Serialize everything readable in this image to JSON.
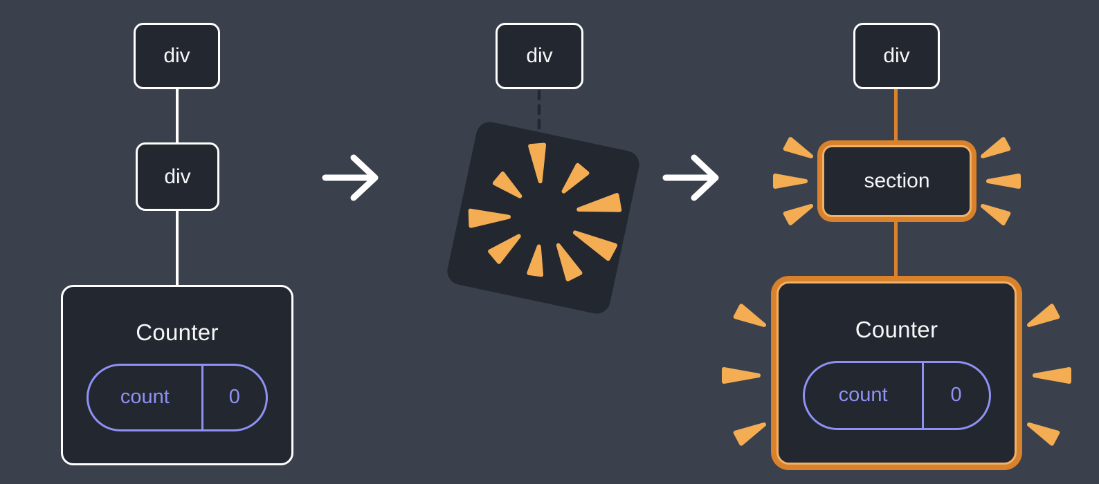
{
  "colors": {
    "background": "#3a414c",
    "node_fill": "#23272f",
    "node_border": "#ffffff",
    "text": "#f6f7f9",
    "state_accent": "#8f92f4",
    "highlight": "#d9812b",
    "highlight_inner": "#f0b169",
    "burst": "#f5ad53",
    "arrow": "#ffffff"
  },
  "before_tree": {
    "root_label": "div",
    "child_label": "div",
    "component": {
      "title": "Counter",
      "state_key": "count",
      "state_value": "0"
    }
  },
  "transition": {
    "root_label": "div"
  },
  "after_tree": {
    "root_label": "div",
    "child_label": "section",
    "component": {
      "title": "Counter",
      "state_key": "count",
      "state_value": "0"
    }
  }
}
